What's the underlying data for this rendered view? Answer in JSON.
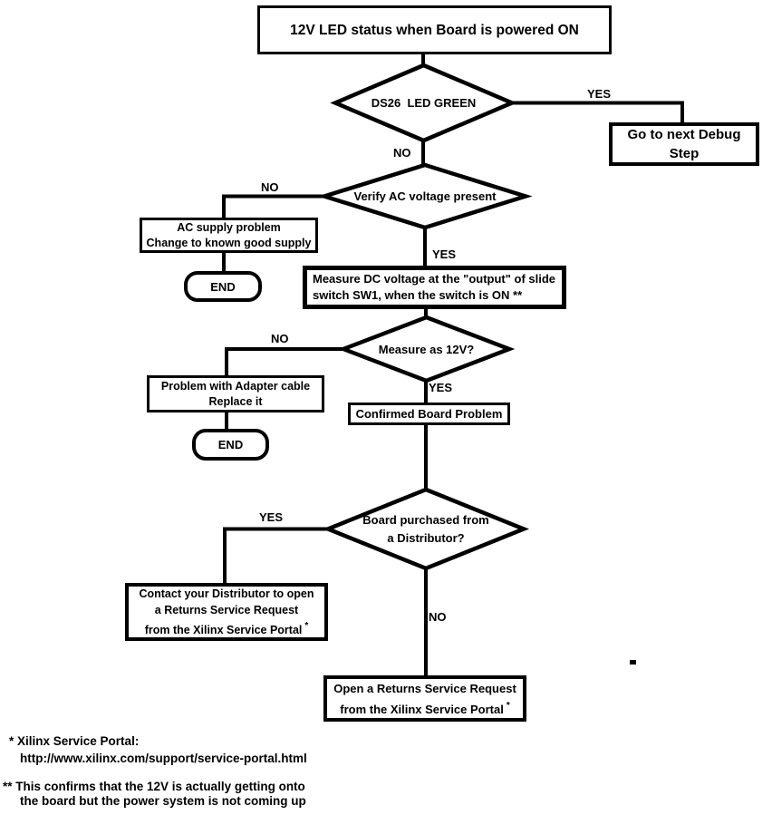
{
  "flowchart": {
    "colors": {
      "stroke": "#000000",
      "background": "#ffffff",
      "text": "#000000"
    },
    "nodes": {
      "start": {
        "label": "12V LED status when Board is powered ON"
      },
      "d1": {
        "label": "DS26  LED GREEN"
      },
      "next_debug": {
        "line1": "Go to next Debug",
        "line2": "Step"
      },
      "d2": {
        "label": "Verify AC voltage present"
      },
      "ac_supply": {
        "line1": "AC supply problem",
        "line2": "Change to known good supply"
      },
      "end1": {
        "label": "END"
      },
      "measure_dc": {
        "line1": "Measure DC voltage at the \"output\" of slide",
        "line2": "switch SW1, when the switch is ON **"
      },
      "d3": {
        "label": "Measure as 12V?"
      },
      "adapter": {
        "line1": "Problem with Adapter cable",
        "line2": "Replace it"
      },
      "end2": {
        "label": "END"
      },
      "confirmed": {
        "label": "Confirmed Board Problem"
      },
      "d4": {
        "line1": "Board purchased from",
        "line2": "a Distributor?"
      },
      "contact": {
        "line1": "Contact your Distributor to open",
        "line2": "a Returns Service Request",
        "line3": "from the Xilinx Service Portal",
        "sup": "*"
      },
      "open_returns": {
        "line1": "Open a Returns Service Request",
        "line2": "from the Xilinx Service Portal",
        "sup": "*"
      }
    },
    "edge_labels": {
      "d1_yes": "YES",
      "d1_no": "NO",
      "d2_no": "NO",
      "d2_yes": "YES",
      "d3_no": "NO",
      "d3_yes": "YES",
      "d4_yes": "YES",
      "d4_no": "NO"
    },
    "footnotes": {
      "fn1_line1": "* Xilinx Service Portal:",
      "fn1_line2": "http://www.xilinx.com/support/service-portal.html",
      "fn2_line1": "** This confirms that the 12V is actually getting onto",
      "fn2_line2": "the board but the power system is not coming up"
    }
  }
}
